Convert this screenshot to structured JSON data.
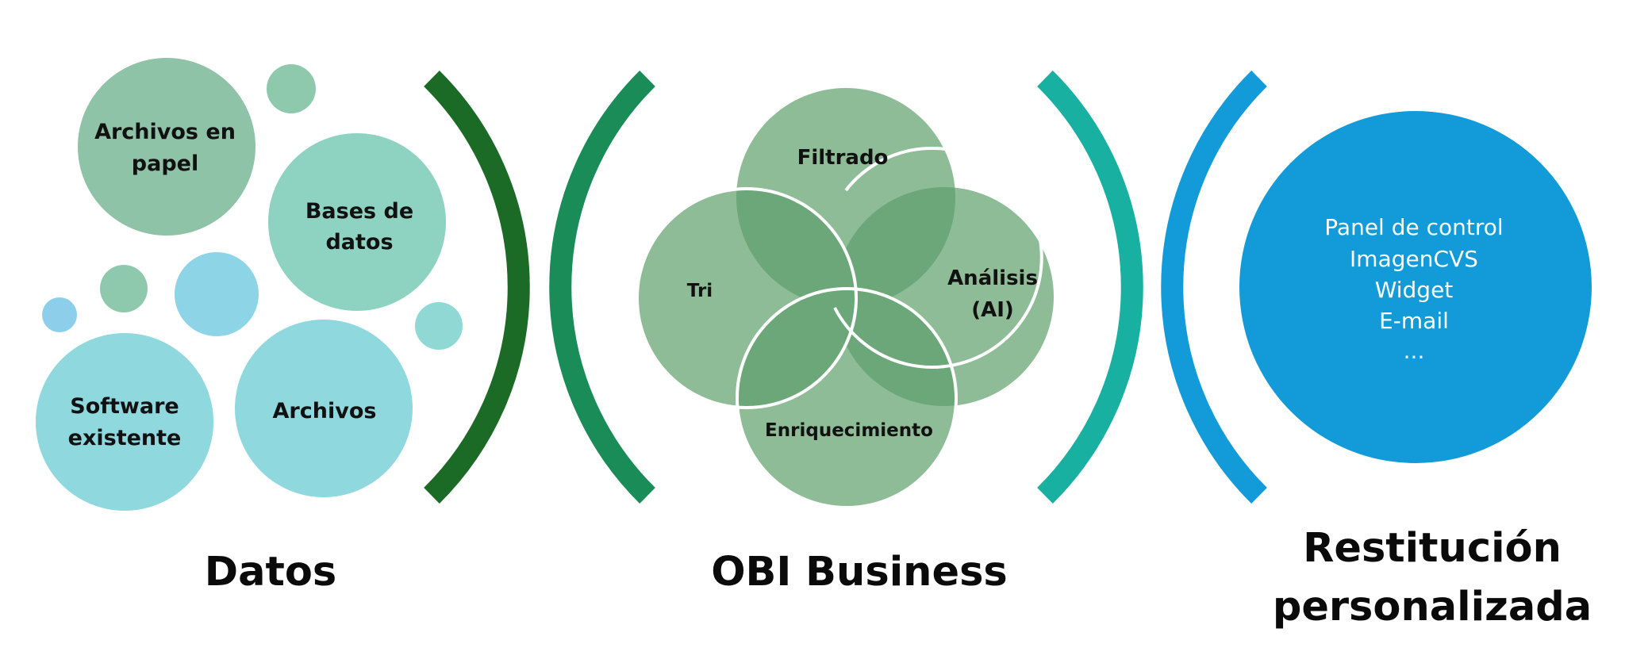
{
  "colors": {
    "paper": "#8fc3a7",
    "databases": "#8ed2c2",
    "files": "#8fd8de",
    "software": "#8fd8de",
    "dot_blue": "#8dd4e6",
    "dot_small_blue": "#8dcfeb",
    "dot_green": "#8fc9ad",
    "dot_teal": "#8fd8d4",
    "venn_fill": "#8ebc96",
    "venn_overlap": "#4f9763",
    "bracket_1": "#1b6b27",
    "bracket_2": "#1a8c57",
    "bracket_3": "#17b0a1",
    "bracket_4": "#129bd8",
    "output_circle": "#129bd8"
  },
  "data_sources": {
    "paper_files": [
      "Archivos en",
      "papel"
    ],
    "databases": [
      "Bases de",
      "datos"
    ],
    "software": [
      "Software",
      "existente"
    ],
    "files": "Archivos"
  },
  "processing": {
    "filter": "Filtrado",
    "sort": "Tri",
    "analysis": [
      "Análisis",
      "(AI)"
    ],
    "enrichment": "Enriquecimiento"
  },
  "outputs": [
    "Panel de control",
    "ImagenCVS",
    "Widget",
    "E-mail",
    "..."
  ],
  "sections": {
    "data": "Datos",
    "business": "OBI Business",
    "restitution": [
      "Restitución",
      "personalizada"
    ]
  }
}
